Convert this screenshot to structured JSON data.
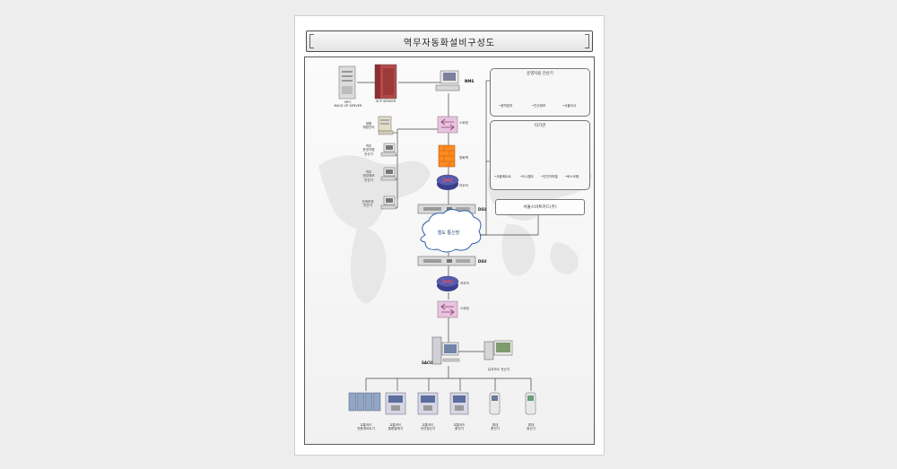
{
  "title": "역무자동화설비구성도",
  "servers": {
    "mfc_label": "MFC\nBACK UP SERVER",
    "scp_label": "SCP SERVER",
    "nms_label": "NMS"
  },
  "left_stations": [
    {
      "label": "생활\n재정관리"
    },
    {
      "label": "역무\n운영지원\n전산기"
    },
    {
      "label": "역무\n영업정보\n전산기"
    },
    {
      "label": "관계운영\n전산기"
    }
  ],
  "network_upper": {
    "switch_label": "스위칭",
    "firewall_label": "방화벽",
    "router_label": "라우터",
    "dsu_label": "DSU"
  },
  "cloud_label": "철도 통신망",
  "network_lower": {
    "dsu_label": "DSU",
    "router_label": "라우터",
    "switch_label": "스위칭"
  },
  "right_panel_top": {
    "title": "운영자용 전산기",
    "items": [
      "•광역본부",
      "•관산정보",
      "•서울지사"
    ]
  },
  "right_panel_mid": {
    "title": "타기관",
    "items": [
      "•서울메트로",
      "•도시철도",
      "•인천지하철",
      "•버스조합"
    ]
  },
  "smartcard_label": "서울스마트카드(주)",
  "station": {
    "sacu_label": "SACU",
    "pc_label": "유지보수 전산기"
  },
  "terminals": [
    {
      "label": "교통카드\n전용게이트기"
    },
    {
      "label": "교통카드\n통합발매기"
    },
    {
      "label": "교통카드\n무인정산기"
    },
    {
      "label": "교통카드\n충전기"
    },
    {
      "label": "휴대\n충전기"
    },
    {
      "label": "휴대\n정산기"
    }
  ],
  "colors": {
    "line": "#444444",
    "switch_fill": "#e7c4de",
    "firewall_fill": "#ff8a1f",
    "router_fill": "#3b3f8f",
    "cloud_stroke": "#2d5fa8"
  }
}
